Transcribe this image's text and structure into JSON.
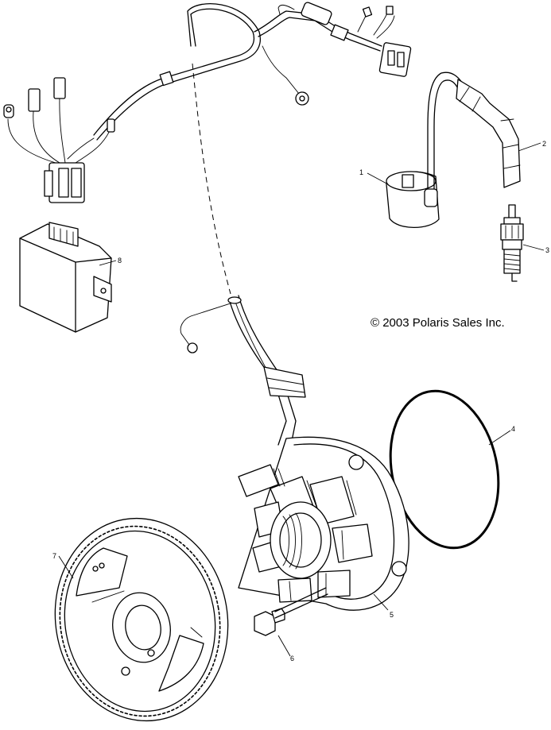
{
  "copyright": "© 2003 Polaris Sales Inc.",
  "callouts": {
    "c1": "1",
    "c2": "2",
    "c3": "3",
    "c4": "4",
    "c5": "5",
    "c6": "6",
    "c7": "7",
    "c8": "8"
  }
}
